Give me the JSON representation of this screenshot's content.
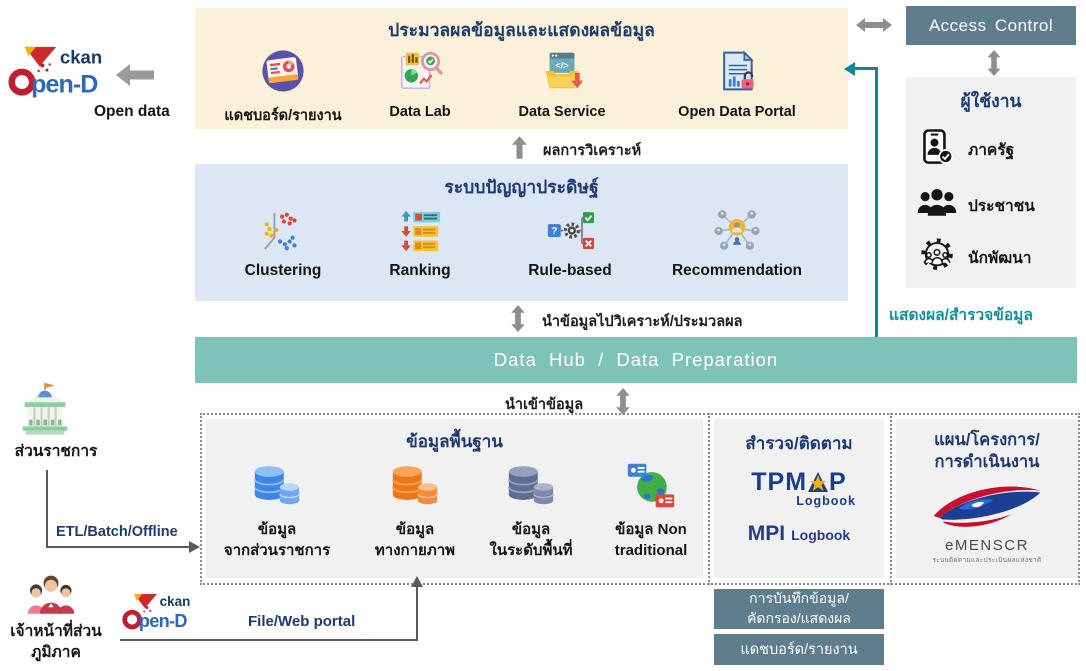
{
  "palette": {
    "process_bg": "#FBF0D8",
    "ai_bg": "#DCE6F5",
    "hub_bg": "#7EC3BA",
    "slate_bg": "#5E7E8D",
    "panel_bg": "#F1F1F1",
    "navy_text": "#1E3A70",
    "teal_accent": "#0E8795",
    "arrow_gray": "#8E8E8E",
    "db_blue": "#3F85E8",
    "db_orange": "#EE7518",
    "db_slate": "#5E6E92"
  },
  "open_data": {
    "label": "Open data",
    "logo_ckan": "ckan",
    "logo_pend": "pen-D"
  },
  "processing_box": {
    "title": "ประมวลผลข้อมูลและแสดงผลข้อมูล",
    "items": [
      {
        "icon": "dashboard-report-icon",
        "label": "แดชบอร์ด/รายงาน"
      },
      {
        "icon": "data-lab-icon",
        "label": "Data Lab"
      },
      {
        "icon": "data-service-icon",
        "label": "Data Service"
      },
      {
        "icon": "open-data-portal-icon",
        "label": "Open Data Portal"
      }
    ]
  },
  "ai_box": {
    "title": "ระบบปัญญาประดิษฐ์",
    "items": [
      {
        "icon": "clustering-icon",
        "label": "Clustering"
      },
      {
        "icon": "ranking-icon",
        "label": "Ranking"
      },
      {
        "icon": "rule-based-icon",
        "label": "Rule-based"
      },
      {
        "icon": "recommendation-icon",
        "label": "Recommendation"
      }
    ]
  },
  "flows": {
    "analysis_result": "ผลการวิเคราะห์",
    "to_analysis": "นำข้อมูลไปวิเคราะห์/ประมวลผล",
    "import_data": "นำเข้าข้อมูล",
    "display_explore": "แสดงผล/สำรวจข้อมูล",
    "etl": "ETL/Batch/Offline",
    "file_web": "File/Web portal"
  },
  "data_hub": {
    "title": "Data Hub / Data Preparation"
  },
  "access_control": {
    "title": "Access Control"
  },
  "users_box": {
    "title": "ผู้ใช้งาน",
    "items": [
      {
        "icon": "id-badge-icon",
        "label": "ภาครัฐ"
      },
      {
        "icon": "citizens-icon",
        "label": "ประชาชน"
      },
      {
        "icon": "developer-gear-icon",
        "label": "นักพัฒนา"
      }
    ]
  },
  "basic_data_box": {
    "title": "ข้อมูลพื้นฐาน",
    "items": [
      {
        "icon": "database-blue-icon",
        "line1": "ข้อมูล",
        "line2": "จากส่วนราชการ"
      },
      {
        "icon": "database-orange-icon",
        "line1": "ข้อมูล",
        "line2": "ทางกายภาพ"
      },
      {
        "icon": "database-slate-icon",
        "line1": "ข้อมูล",
        "line2": "ในระดับพื้นที่"
      },
      {
        "icon": "globe-data-icon",
        "line1": "ข้อมูล Non",
        "line2": "traditional"
      }
    ]
  },
  "survey_box": {
    "title": "สำรวจ/ติดตาม",
    "tpmap_prefix": "TPM",
    "tpmap_suffix": "P",
    "tpmap_sub": "Logbook",
    "mpi": "MPI",
    "mpi_sub": "Logbook"
  },
  "plans_box": {
    "title_line1": "แผน/โครงการ/",
    "title_line2": "การดำเนินงาน",
    "logo_text": "eMENSCR",
    "logo_sub": "ระบบติดตามและประเมินผลแห่งชาติ"
  },
  "bottom_actions": [
    {
      "line1": "การบันทึกข้อมูล/",
      "line2": "คัดกรอง/แสดงผล"
    },
    {
      "line1": "แดชบอร์ด/รายงาน"
    }
  ],
  "actors": {
    "government": "ส่วนราชการ",
    "regional_line1": "เจ้าหน้าที่ส่วน",
    "regional_line2": "ภูมิภาค"
  }
}
